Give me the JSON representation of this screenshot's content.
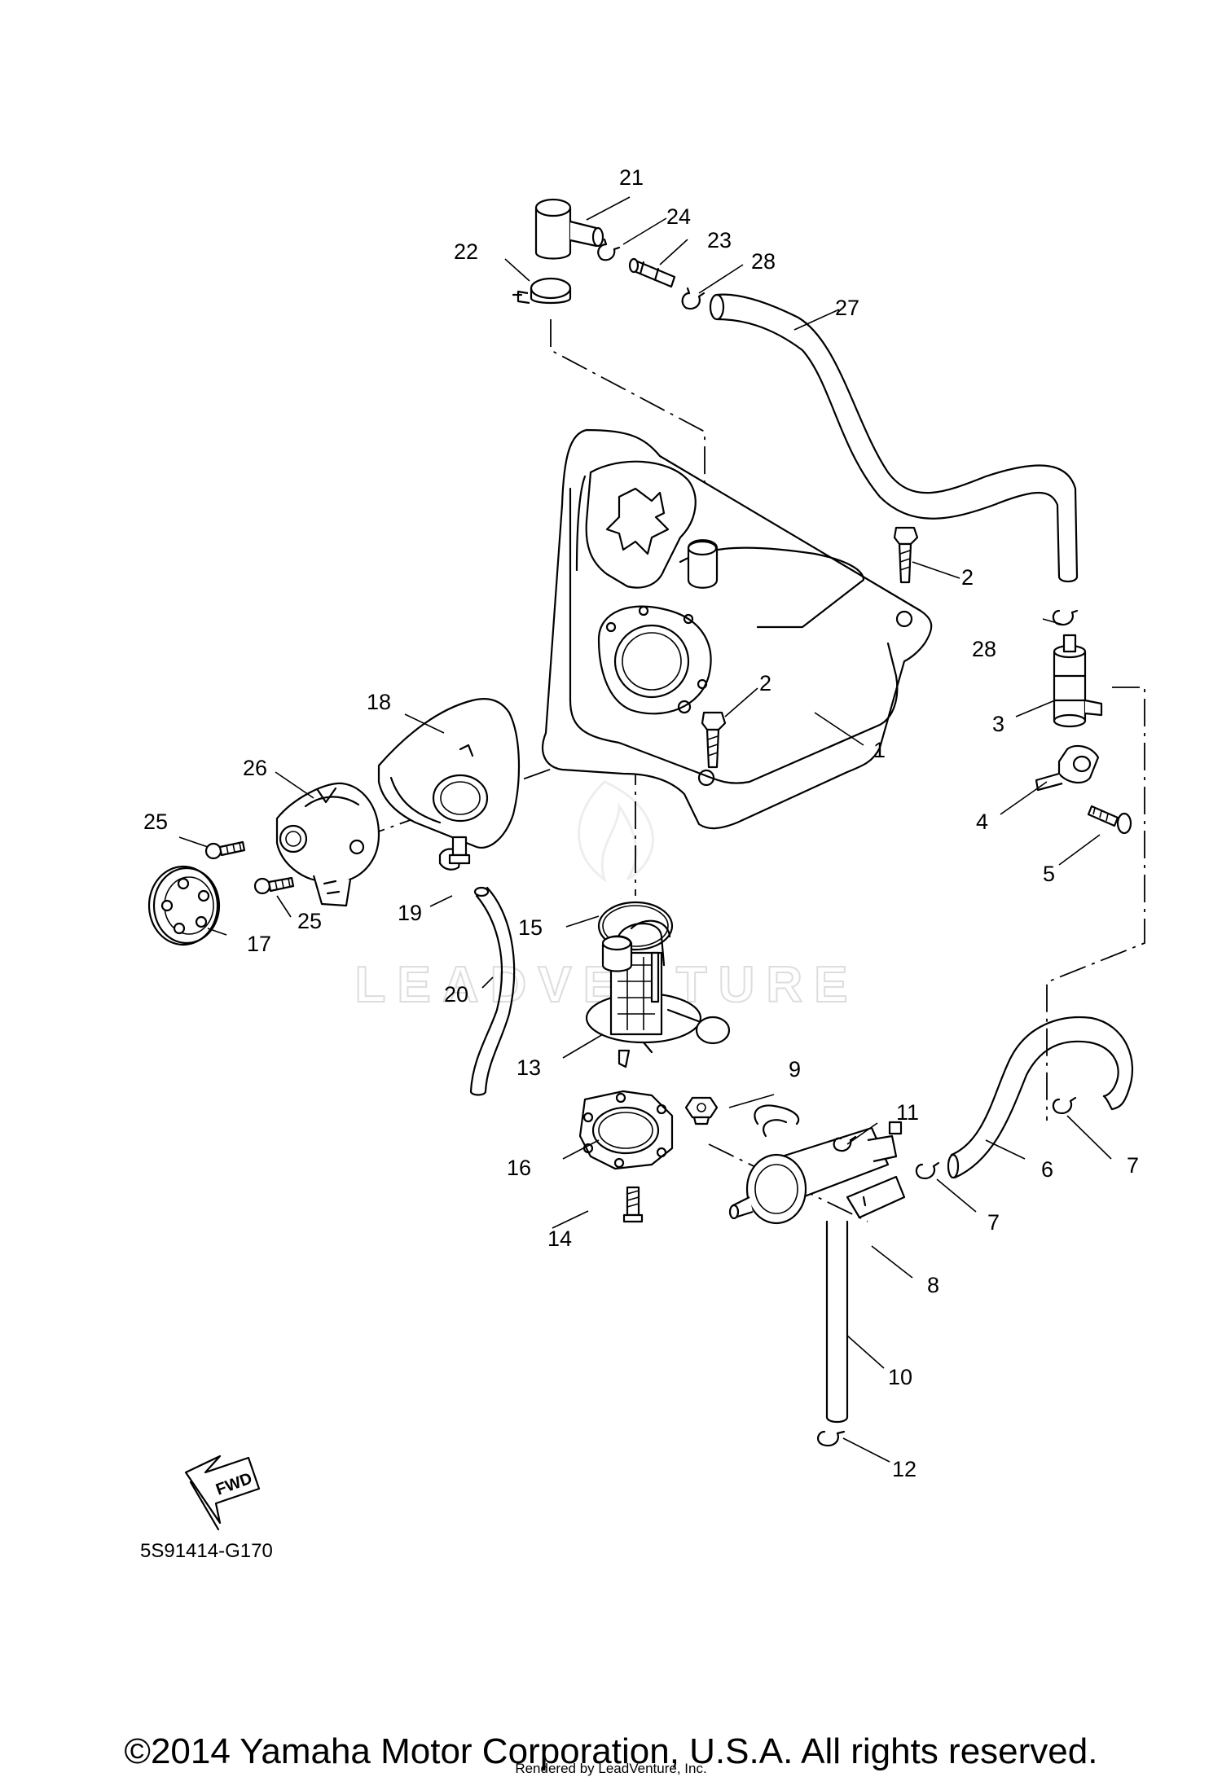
{
  "callouts": [
    {
      "id": "c1",
      "text": "1"
    },
    {
      "id": "c2a",
      "text": "2"
    },
    {
      "id": "c2b",
      "text": "2"
    },
    {
      "id": "c3",
      "text": "3"
    },
    {
      "id": "c4",
      "text": "4"
    },
    {
      "id": "c5",
      "text": "5"
    },
    {
      "id": "c6",
      "text": "6"
    },
    {
      "id": "c7a",
      "text": "7"
    },
    {
      "id": "c7b",
      "text": "7"
    },
    {
      "id": "c8",
      "text": "8"
    },
    {
      "id": "c9",
      "text": "9"
    },
    {
      "id": "c10",
      "text": "10"
    },
    {
      "id": "c11",
      "text": "11"
    },
    {
      "id": "c12",
      "text": "12"
    },
    {
      "id": "c13",
      "text": "13"
    },
    {
      "id": "c14",
      "text": "14"
    },
    {
      "id": "c15",
      "text": "15"
    },
    {
      "id": "c16",
      "text": "16"
    },
    {
      "id": "c17",
      "text": "17"
    },
    {
      "id": "c18",
      "text": "18"
    },
    {
      "id": "c19",
      "text": "19"
    },
    {
      "id": "c20",
      "text": "20"
    },
    {
      "id": "c21",
      "text": "21"
    },
    {
      "id": "c22",
      "text": "22"
    },
    {
      "id": "c23",
      "text": "23"
    },
    {
      "id": "c24",
      "text": "24"
    },
    {
      "id": "c25a",
      "text": "25"
    },
    {
      "id": "c25b",
      "text": "25"
    },
    {
      "id": "c26",
      "text": "26"
    },
    {
      "id": "c27",
      "text": "27"
    },
    {
      "id": "c28a",
      "text": "28"
    },
    {
      "id": "c28b",
      "text": "28"
    }
  ],
  "fwd_label": "FWD",
  "diagram_code": "5S91414-G170",
  "watermark": "LEADVENTURE",
  "copyright": "©2014 Yamaha Motor Corporation, U.S.A. All rights reserved.",
  "rendered_by": "Rendered by LeadVenture, Inc."
}
